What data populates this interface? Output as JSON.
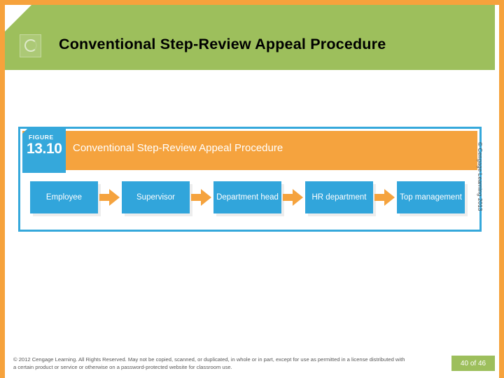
{
  "slide": {
    "title": "Conventional Step-Review Appeal Procedure",
    "header_icon": "circle-outline-icon",
    "colors": {
      "header_green": "#9dbf5c",
      "accent_orange": "#f5a33e",
      "figure_blue": "#31a5db",
      "border_orange": "#f6a23c"
    }
  },
  "figure": {
    "badge_word": "FIGURE",
    "badge_number": "13.10",
    "caption": "Conventional Step-Review Appeal Procedure",
    "credit": "© Cengage Learning 2013"
  },
  "chart_data": {
    "type": "diagram",
    "title": "Conventional Step-Review Appeal Procedure",
    "flow_direction": "left-to-right",
    "nodes": [
      {
        "label": "Employee"
      },
      {
        "label": "Supervisor"
      },
      {
        "label": "Department head"
      },
      {
        "label": "HR department"
      },
      {
        "label": "Top management"
      }
    ],
    "connectors": [
      "arrow",
      "arrow",
      "arrow",
      "arrow"
    ]
  },
  "footer": {
    "copyright": "© 2012 Cengage Learning. All Rights Reserved. May not be copied, scanned, or duplicated, in whole or in part, except for use as permitted in a license distributed with a certain product or service or otherwise on a password-protected website for classroom use.",
    "page_label": "40 of 46"
  }
}
